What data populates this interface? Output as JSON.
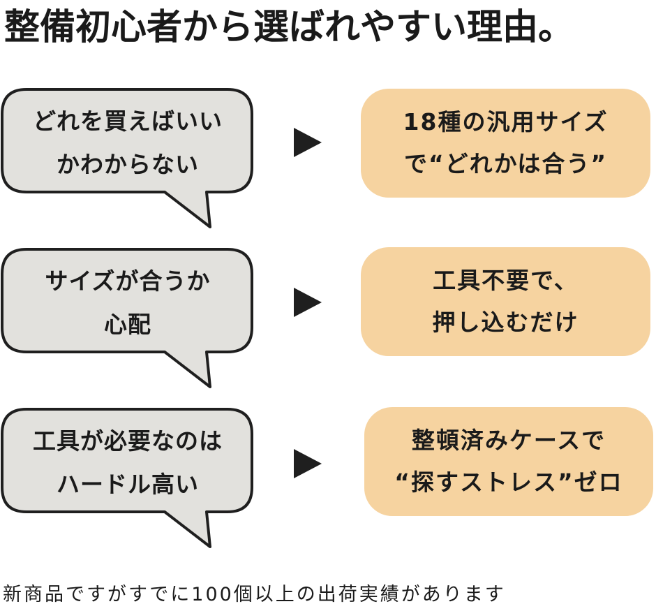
{
  "title": "整備初心者から選ばれやすい理由。",
  "rows": [
    {
      "concern": [
        "どれを買えばいい",
        "かわからない"
      ],
      "answer": [
        "18種の汎用サイズ",
        "で“どれかは合う”"
      ]
    },
    {
      "concern": [
        "サイズが合うか",
        "心配"
      ],
      "answer": [
        "工具不要で、",
        "押し込むだけ"
      ]
    },
    {
      "concern": [
        "工具が必要なのは",
        "ハードル高い"
      ],
      "answer": [
        "整頓済みケースで",
        "“探すストレス”ゼロ"
      ]
    }
  ],
  "footer": "新商品ですがすでに100個以上の出荷実績があります",
  "colors": {
    "concern_fill": "#e2e1dd",
    "concern_border": "#1f1f1f",
    "answer_fill": "#f6d3a0",
    "arrow": "#1f1f1f"
  },
  "icons": {
    "arrow": "right-triangle-arrow"
  }
}
